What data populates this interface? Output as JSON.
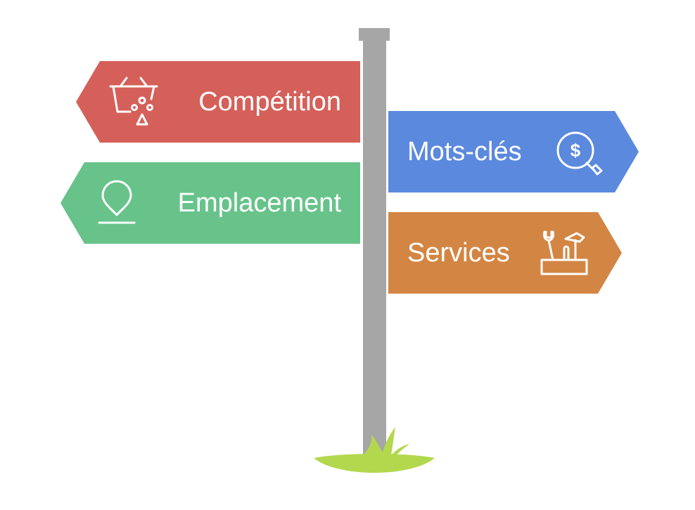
{
  "colors": {
    "competition": "#d5605a",
    "location": "#67c38a",
    "keywords": "#5b89de",
    "services": "#d38643",
    "post": "#a6a6a6",
    "grass": "#b3d84e"
  },
  "signs": {
    "competition": {
      "label": "Compétition",
      "icon": "basket-icon"
    },
    "location": {
      "label": "Emplacement",
      "icon": "location-pin-icon"
    },
    "keywords": {
      "label": "Mots-clés",
      "icon": "magnifier-dollar-icon"
    },
    "services": {
      "label": "Services",
      "icon": "toolbox-icon"
    }
  }
}
